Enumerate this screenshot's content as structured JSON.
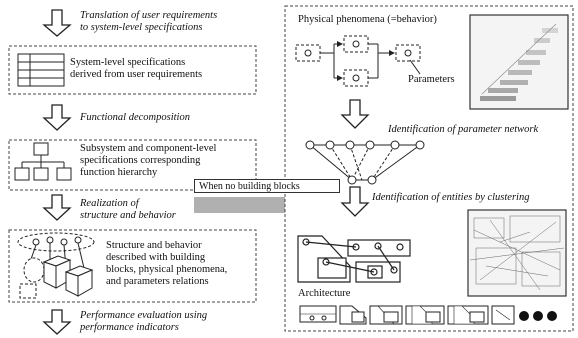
{
  "left_flow": {
    "step1": "Translation of user requirements\nto system-level specifications",
    "box1": "System-level specifications\nderived from user requirements",
    "step2": "Functional decomposition",
    "box2": "Subsystem and component-level\nspecifications corresponding\nfunction hierarchy",
    "step3": "Realization of\nstructure and behavior",
    "box3": "Structure and behavior\ndescribed with building\nblocks, physical phenomena,\nand parameters relations",
    "step4": "Performance evaluation using\nperformance indicators"
  },
  "callout": "When no building blocks",
  "right_panel": {
    "title": "Physical phenomena (=behavior)",
    "parameters_label": "Parameters",
    "step_network": "Identification of parameter network",
    "step_clustering": "Identification of entities by clustering",
    "architecture_label": "Architecture"
  },
  "colors": {
    "line": "#222222",
    "dashed": "#444444",
    "arrow_gray": "#b0b0b0",
    "thumb_bg": "#f2f2f2"
  }
}
